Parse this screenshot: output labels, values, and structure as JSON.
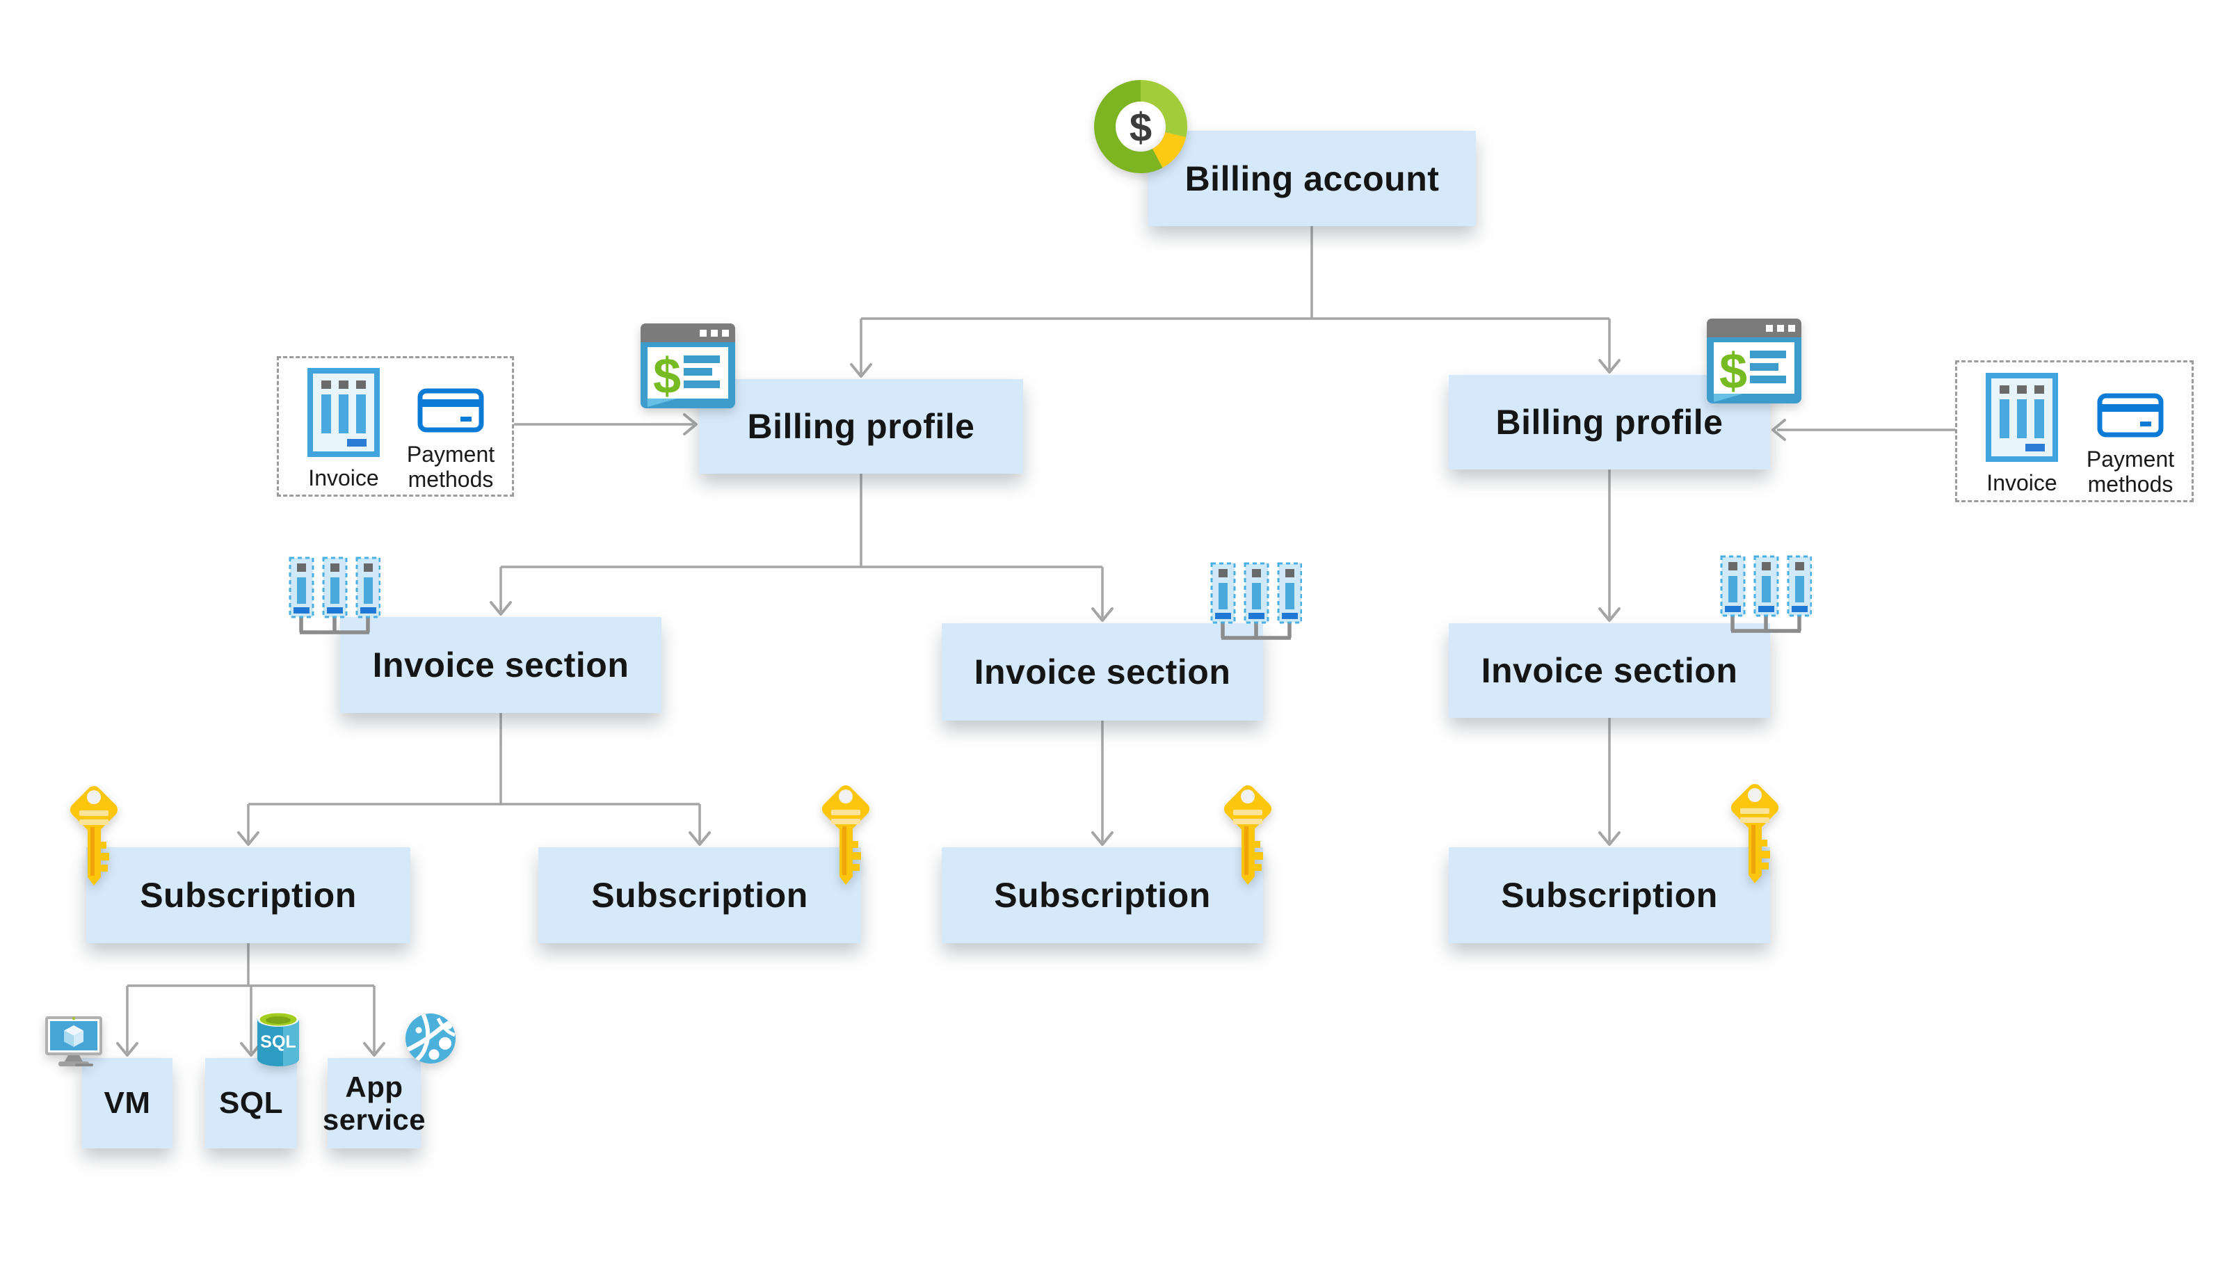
{
  "nodes": {
    "billing_account": "Billing account",
    "billing_profiles": [
      "Billing profile",
      "Billing profile"
    ],
    "invoice_sections": [
      "Invoice section",
      "Invoice section",
      "Invoice section"
    ],
    "subscriptions": [
      "Subscription",
      "Subscription",
      "Subscription",
      "Subscription"
    ],
    "resources": [
      "VM",
      "SQL",
      "App service"
    ]
  },
  "annotations": {
    "left_group": {
      "invoice": "Invoice",
      "payment_methods": "Payment methods"
    },
    "right_group": {
      "invoice": "Invoice",
      "payment_methods": "Payment methods"
    }
  },
  "icon_text": {
    "dollar_sign": "$",
    "sql_logo": "SQL"
  },
  "icons": {
    "billing_account": "dollar-donut-icon",
    "billing_profile": "billing-statement-window-icon",
    "invoice_section": "invoice-strips-icon",
    "subscription": "key-icon",
    "invoice": "invoice-document-icon",
    "payment_methods": "credit-card-icon",
    "vm": "virtual-machine-monitor-icon",
    "sql": "sql-database-icon",
    "app_service": "app-service-globe-icon"
  },
  "colors": {
    "node_fill": "#d5e9fb",
    "connector_gray": "#a5a5a5",
    "donut_green": "#7db421",
    "donut_light_green": "#a2cc3a",
    "donut_yellow": "#fcc913",
    "dollar_green": "#75bb21",
    "key_yellow": "#fcc60d",
    "azure_blue": "#3e9ccd",
    "light_bar_blue": "#49a9dd",
    "dark_bar_blue": "#2b7cd3",
    "card_blue": "#0c7bd6",
    "sql_top_green": "#a3cc21",
    "globe_blue": "#4bb1da"
  }
}
